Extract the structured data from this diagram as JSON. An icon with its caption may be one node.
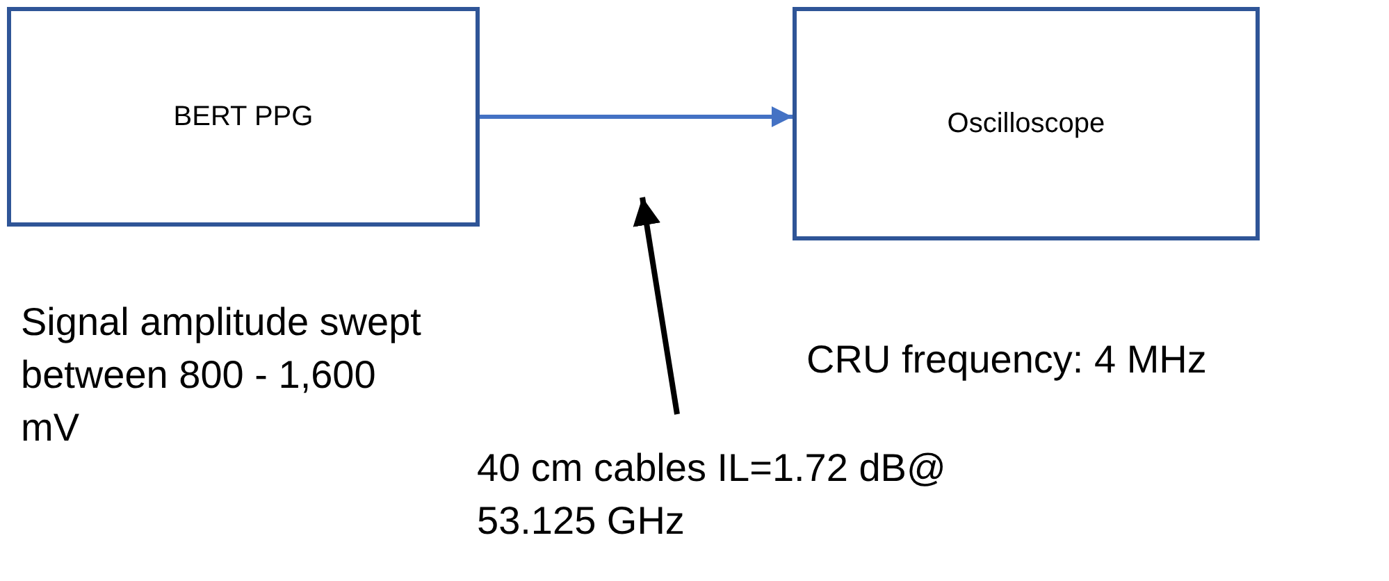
{
  "diagram": {
    "nodes": [
      {
        "text": [
          "BERT PPG"
        ],
        "beside": [
          "Signal amplitude swept between 800 - 1,600 mV"
        ]
      },
      {
        "text": [
          "Oscilloscope"
        ],
        "beside": [
          "CRU frequency: 4 MHz"
        ]
      },
      {
        "text": [
          "40 cm cables IL=1.72 dB@ 53.125 GHz"
        ]
      }
    ],
    "edges": [
      {
        "from": 0,
        "to": 1,
        "arrow": "to",
        "color": "#4472c4"
      },
      {
        "from": 2,
        "to": null,
        "arrow": "to",
        "color": "#000000"
      }
    ]
  }
}
